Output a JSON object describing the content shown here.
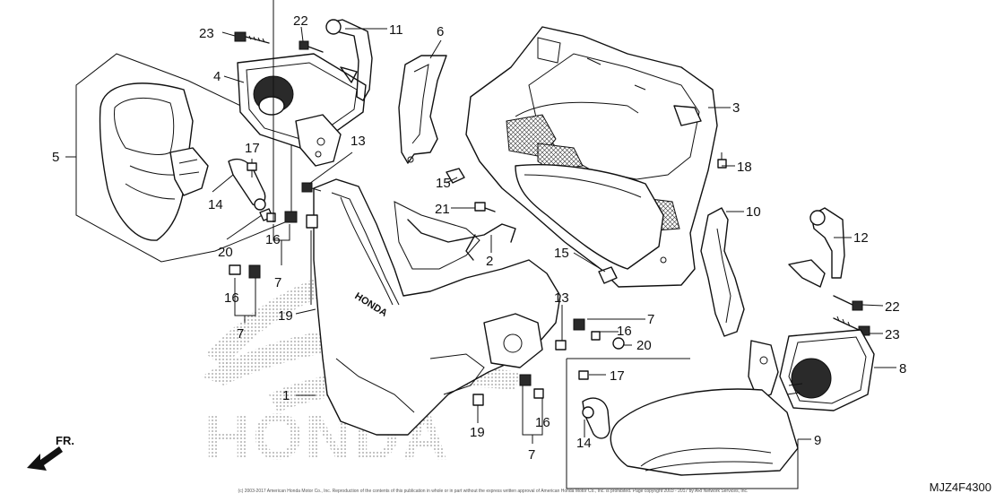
{
  "diagram": {
    "code": "MJZ4F4300",
    "direction_label": "FR.",
    "watermark": "HONDA",
    "logo_text": "HONDA",
    "copyright": "(c) 2003-2017 American Honda Motor Co., Inc. Reproduction of the contents of this publication in whole or in part without the express written approval of American Honda Motor Co., Inc. is prohibited. Page copyright 2003 - 2017 by ARI Network Services, Inc.",
    "callouts": {
      "c1": "1",
      "c2": "2",
      "c3": "3",
      "c4": "4",
      "c5": "5",
      "c6": "6",
      "c7a": "7",
      "c7b": "7",
      "c7c": "7",
      "c7d": "7",
      "c8": "8",
      "c9": "9",
      "c10": "10",
      "c11": "11",
      "c12": "12",
      "c13a": "13",
      "c13b": "13",
      "c14a": "14",
      "c14b": "14",
      "c15a": "15",
      "c15b": "15",
      "c16a": "16",
      "c16b": "16",
      "c16c": "16",
      "c16d": "16",
      "c17a": "17",
      "c17b": "17",
      "c18": "18",
      "c19a": "19",
      "c19b": "19",
      "c20a": "20",
      "c20b": "20",
      "c21": "21",
      "c22a": "22",
      "c22b": "22",
      "c23a": "23",
      "c23b": "23"
    }
  }
}
